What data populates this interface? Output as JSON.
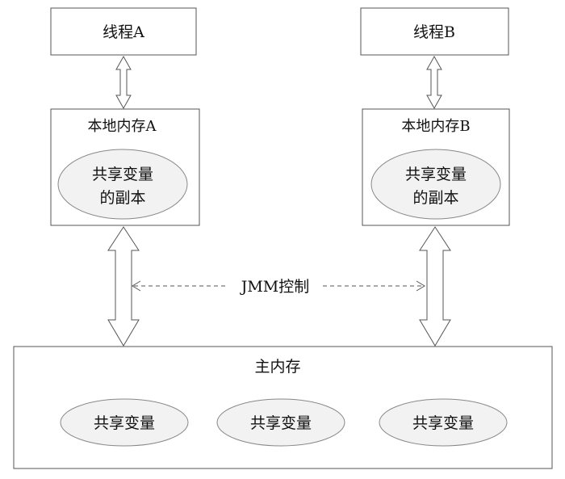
{
  "thread_a": {
    "label": "线程A"
  },
  "thread_b": {
    "label": "线程B"
  },
  "local_memory_a": {
    "label": "本地内存A",
    "copy_line1": "共享变量",
    "copy_line2": "的副本"
  },
  "local_memory_b": {
    "label": "本地内存B",
    "copy_line1": "共享变量",
    "copy_line2": "的副本"
  },
  "jmm_control": {
    "label": "JMM控制"
  },
  "main_memory": {
    "label": "主内存",
    "variables": [
      "共享变量",
      "共享变量",
      "共享变量"
    ]
  },
  "colors": {
    "stroke": "#555555",
    "fill": "#f2f2f2",
    "text": "#111111"
  }
}
